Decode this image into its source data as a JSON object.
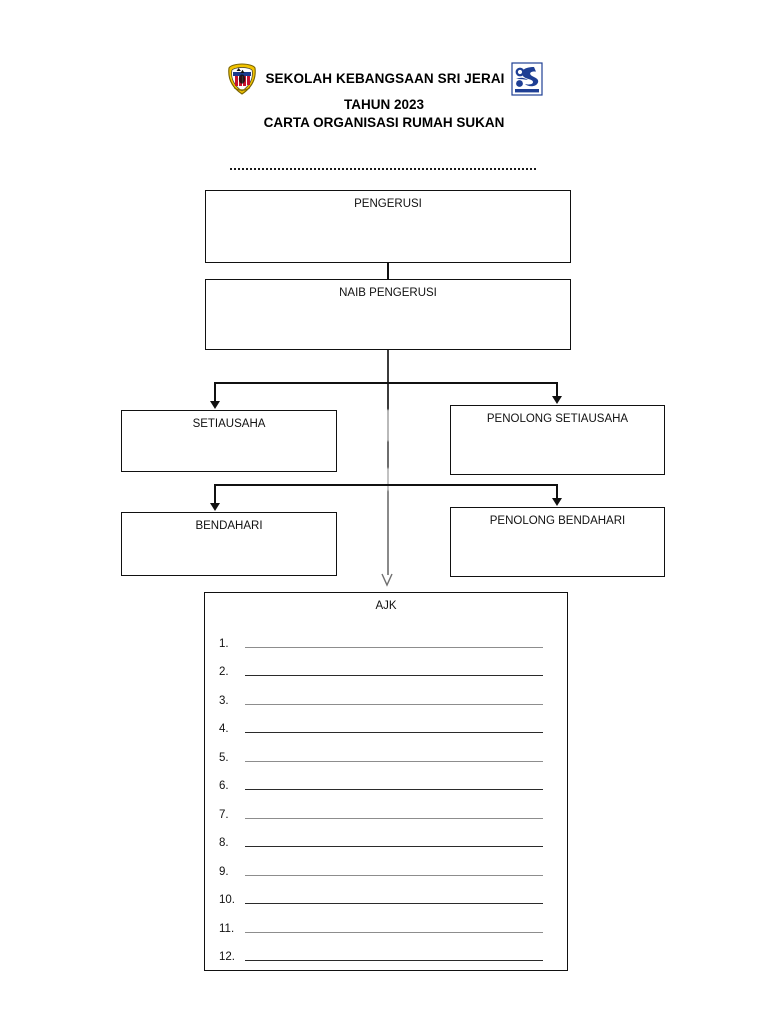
{
  "header": {
    "school_name": "SEKOLAH KEBANGSAAN SRI JERAI",
    "year_line": "TAHUN 2023",
    "chart_title": "CARTA ORGANISASI RUMAH SUKAN",
    "left_logo": "school-crest-icon",
    "right_logo": "sk-emblem-icon",
    "house_name_blank": "............................................................................"
  },
  "chart": {
    "nodes": {
      "pengerusi": "PENGERUSI",
      "naib_pengerusi": "NAIB PENGERUSI",
      "setiausaha": "SETIAUSAHA",
      "penolong_setiausaha": "PENOLONG SETIAUSAHA",
      "bendahari": "BENDAHARI",
      "penolong_bendahari": "PENOLONG BENDAHARI",
      "ajk": "AJK"
    },
    "ajk_items": [
      {
        "num": "1.",
        "value": ""
      },
      {
        "num": "2.",
        "value": ""
      },
      {
        "num": "3.",
        "value": ""
      },
      {
        "num": "4.",
        "value": ""
      },
      {
        "num": "5.",
        "value": ""
      },
      {
        "num": "6.",
        "value": ""
      },
      {
        "num": "7.",
        "value": ""
      },
      {
        "num": "8.",
        "value": ""
      },
      {
        "num": "9.",
        "value": ""
      },
      {
        "num": "10.",
        "value": ""
      },
      {
        "num": "11.",
        "value": ""
      },
      {
        "num": "12.",
        "value": ""
      }
    ]
  },
  "colors": {
    "ink": "#111111",
    "crest_red": "#c8102e",
    "crest_yellow": "#f2c300",
    "emblem_blue": "#1f3f94",
    "page_bg": "#ffffff"
  }
}
